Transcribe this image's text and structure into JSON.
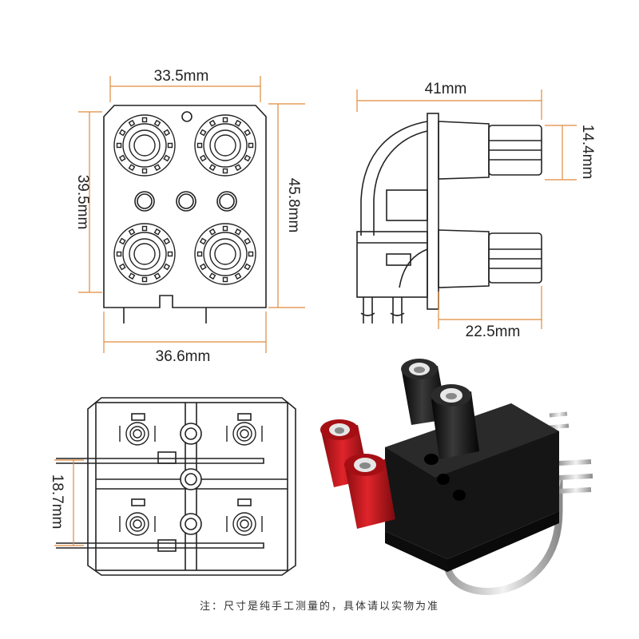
{
  "colors": {
    "dimension_line": "#e08a3c",
    "outline": "#222222",
    "terminal_red": "#c8141b",
    "terminal_black": "#1a1a1a",
    "body_black": "#161616",
    "background": "#ffffff"
  },
  "front_view": {
    "width_top": "33.5mm",
    "height_left": "39.5mm",
    "height_right": "45.8mm",
    "width_bottom": "36.6mm"
  },
  "side_view": {
    "length_top": "41mm",
    "height_right": "14.4mm",
    "length_bottom": "22.5mm"
  },
  "bottom_view": {
    "pitch_left": "18.7mm"
  },
  "footer": {
    "note": "注：尺寸是纯手工测量的，具体请以实物为准"
  }
}
